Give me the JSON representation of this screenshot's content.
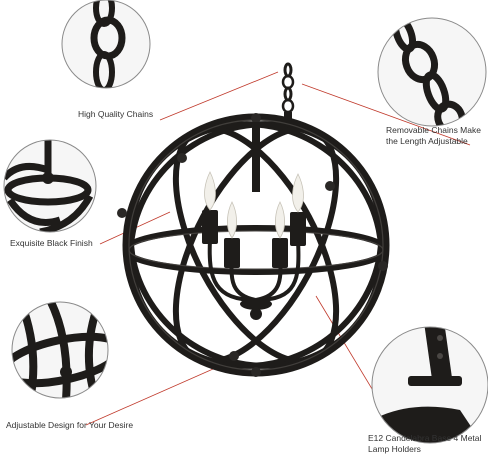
{
  "callouts": {
    "high_quality_chains": "High Quality Chains",
    "removable_chains_line1": "Removable Chains Make",
    "removable_chains_line2": "the Length Adjustable",
    "black_finish": "Exquisite Black Finish",
    "adjustable_design": "Adjustable Design for Your Desire",
    "base_line1": "E12 Candelabra Base 4 Metal",
    "base_line2": "Lamp Holders"
  },
  "colors": {
    "metal": "#1e1c1a",
    "metal_highlight": "#4a4744",
    "callout_line": "#c0392b",
    "circle_border": "#8a8a8a",
    "bulb": "#f2f0ea"
  }
}
